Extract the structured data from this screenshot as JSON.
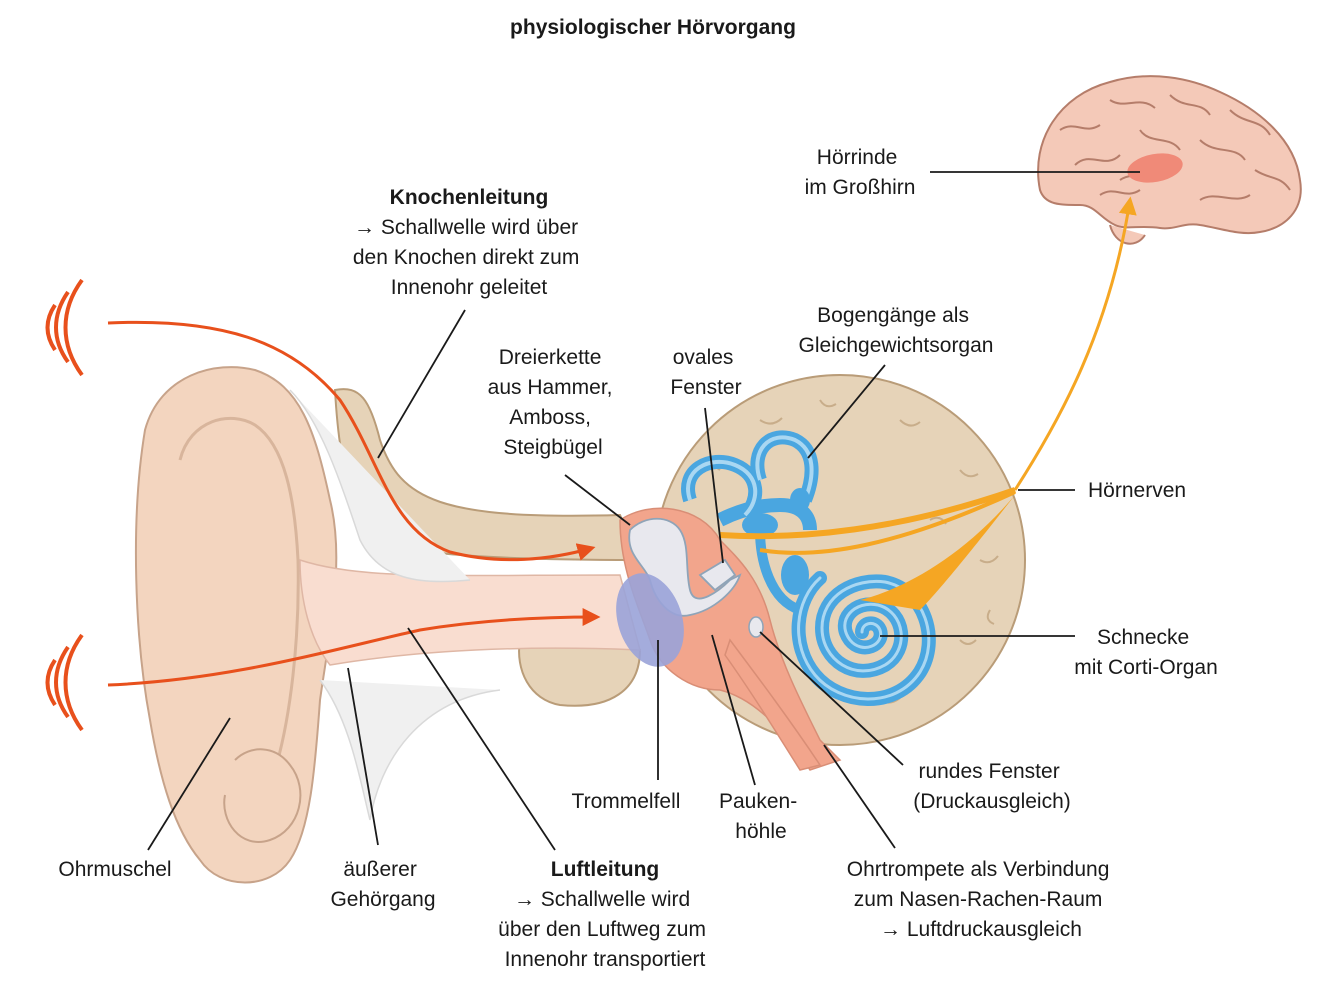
{
  "title": "physiologischer Hörvorgang",
  "labels": {
    "hoerrinde": [
      "Hörrinde",
      "im Großhirn"
    ],
    "knochenleitung_head": "Knochenleitung",
    "knochenleitung_body": [
      "→ Schallwelle wird über",
      "den Knochen direkt zum",
      "Innenohr geleitet"
    ],
    "bogengaenge": [
      "Bogengänge als",
      "Gleichgewichtsorgan"
    ],
    "dreierkette": [
      "Dreierkette",
      "aus Hammer,",
      "Amboss,",
      "Steigbügel"
    ],
    "ovales_fenster": [
      "ovales",
      "Fenster"
    ],
    "hoernerven": "Hörnerven",
    "schnecke": [
      "Schnecke",
      "mit Corti-Organ"
    ],
    "rundes_fenster": [
      "rundes Fenster",
      "(Druckausgleich)"
    ],
    "trommelfell": "Trommelfell",
    "paukenhoehle": [
      "Pauken-",
      "höhle"
    ],
    "ohrmuschel": "Ohrmuschel",
    "gehoergang": [
      "äußerer",
      "Gehörgang"
    ],
    "luftleitung_head": "Luftleitung",
    "luftleitung_body": [
      "→ Schallwelle wird",
      "über den Luftweg zum",
      "Innenohr transportiert"
    ],
    "ohrtrompete": [
      "Ohrtrompete als Verbindung",
      "zum Nasen-Rachen-Raum",
      "→ Luftdruckausgleich"
    ]
  },
  "colors": {
    "sound": "#e8501c",
    "nerve": "#f5a623",
    "inner_ear": "#4aa6e0",
    "eardrum": "#9aa3d8",
    "skin": "#f3d5bf",
    "bone": "#e6d3b8",
    "middle_ear": "#f2a58c",
    "brain": "#f4c9b8",
    "cortex": "#f08a78"
  }
}
